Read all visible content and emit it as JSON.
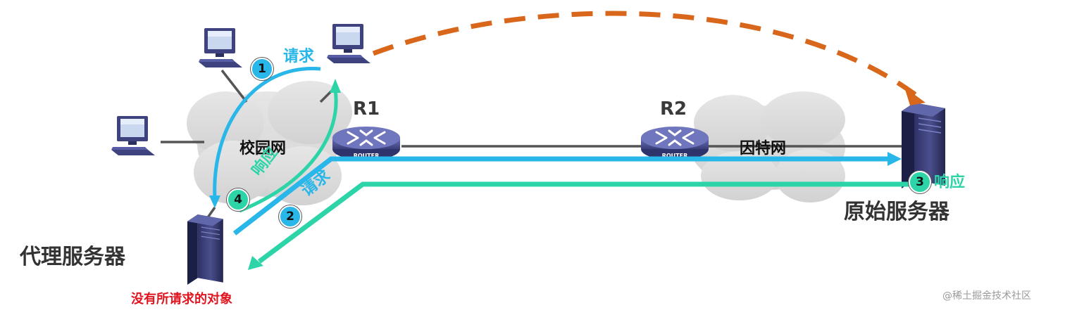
{
  "routers": {
    "r1": "R1",
    "r2": "R2",
    "router_caption": "ROUTER"
  },
  "networks": {
    "campus": "校园网",
    "internet": "因特网"
  },
  "servers": {
    "proxy": "代理服务器",
    "origin": "原始服务器"
  },
  "proxy_note": "没有所请求的对象",
  "steps": [
    {
      "num": "1",
      "text": "请求"
    },
    {
      "num": "2",
      "text": "请求"
    },
    {
      "num": "3",
      "text": "响应"
    },
    {
      "num": "4",
      "text": "响应"
    }
  ],
  "watermark": "@稀土掘金技术社区",
  "colors": {
    "request": "#29b6e8",
    "response": "#2dd4a8",
    "direct": "#d9671b",
    "badge_request": "#29b6e8",
    "badge_response": "#2dd4a8",
    "note": "#e0141e",
    "device": "#4a4f8c"
  }
}
